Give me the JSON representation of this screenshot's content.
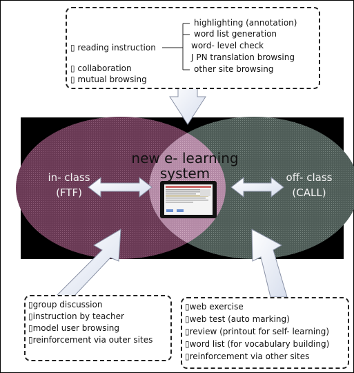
{
  "top_box": {
    "main_items": [
      "▯ reading instruction",
      "▯ collaboration",
      "▯ mutual browsing"
    ],
    "sub_items": [
      "highlighting (annotation)",
      "word list generation",
      "word- level check",
      "J PN translation browsing",
      "other site browsing"
    ]
  },
  "center": {
    "title_line1": "new e- learning",
    "title_line2": "system"
  },
  "left": {
    "line1": "in- class",
    "line2": "(FTF)"
  },
  "right": {
    "line1": "off- class",
    "line2": "(CALL)"
  },
  "bottom_left_box": {
    "items": [
      "▯group discussion",
      "▯instruction by teacher",
      "▯model user browsing",
      "▯reinforcement via outer sites"
    ]
  },
  "bottom_right_box": {
    "items": [
      "▯web exercise",
      "▯web test (auto marking)",
      "▯review (printout for self- learning)",
      "▯word list (for vocabulary building)",
      "▯reinforcement via other sites"
    ]
  },
  "colors": {
    "background_band": "#000000",
    "left_ellipse": "#6a3a55",
    "right_ellipse": "#4f5d58",
    "center_ellipse": "#b48aa6",
    "arrow": "#e8edf6"
  }
}
